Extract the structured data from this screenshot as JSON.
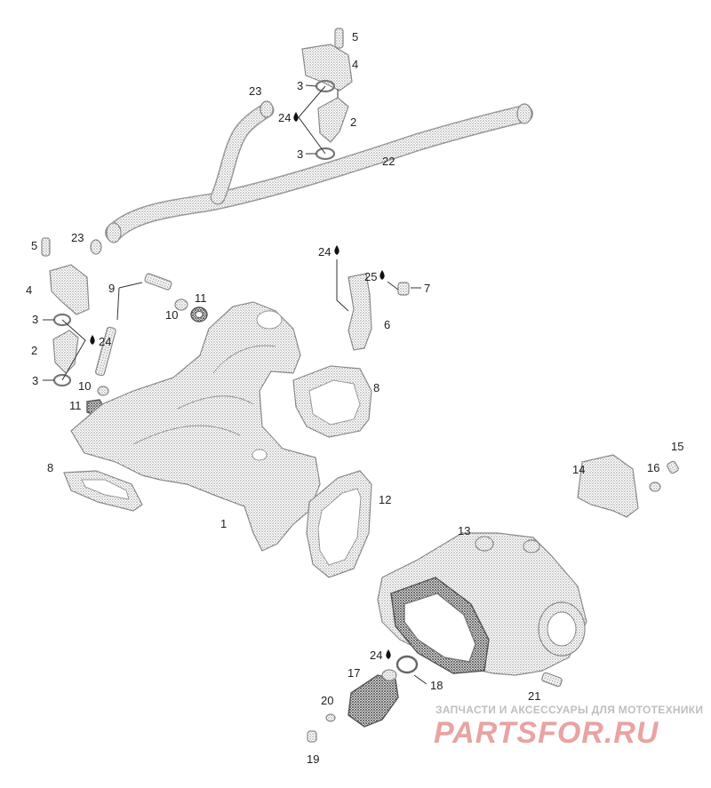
{
  "diagram": {
    "callouts": {
      "n1": "1",
      "n2a": "2",
      "n2b": "2",
      "n3a": "3",
      "n3b": "3",
      "n3c": "3",
      "n3d": "3",
      "n4a": "4",
      "n4b": "4",
      "n5a": "5",
      "n5b": "5",
      "n6": "6",
      "n7": "7",
      "n8a": "8",
      "n8b": "8",
      "n9": "9",
      "n10a": "10",
      "n10b": "10",
      "n11a": "11",
      "n11b": "11",
      "n12": "12",
      "n13": "13",
      "n14": "14",
      "n15": "15",
      "n16": "16",
      "n17": "17",
      "n18": "18",
      "n19": "19",
      "n20": "20",
      "n21": "21",
      "n22": "22",
      "n23a": "23",
      "n23b": "23",
      "n24a": "24",
      "n24b": "24",
      "n24c": "24",
      "n24d": "24",
      "n25": "25"
    }
  },
  "watermark": {
    "tagline": "ЗАПЧАСТИ И АКСЕССУАРЫ ДЛЯ МОТОТЕХНИКИ",
    "logo_text": "PARTSFOR.RU",
    "logo_color": "#e8a3a3"
  },
  "colors": {
    "line": "#333333",
    "part_fill": "#c9c9c9",
    "background": "#ffffff"
  }
}
